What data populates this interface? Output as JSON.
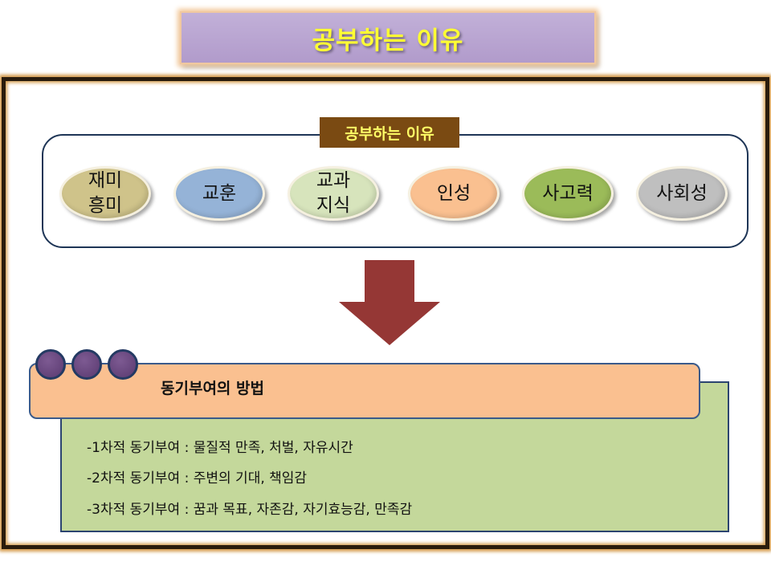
{
  "title": "공부하는 이유",
  "reasons_label": "공부하는 이유",
  "reasons": [
    {
      "label": "재미\n흥미",
      "color": "#cfc38a"
    },
    {
      "label": "교훈",
      "color": "#95b3d7"
    },
    {
      "label": "교과\n지식",
      "color": "#d7e4bc"
    },
    {
      "label": "인성",
      "color": "#fac090"
    },
    {
      "label": "사고력",
      "color": "#9bbb59"
    },
    {
      "label": "사회성",
      "color": "#bfbfbf"
    }
  ],
  "methods_title": "동기부여의 방법",
  "methods": [
    "-1차적 동기부여 : 물질적 만족, 처벌, 자유시간",
    "-2차적 동기부여 : 주변의 기대, 책임감",
    "-3차적 동기부여 : 꿈과 목표, 자존감, 자기효능감, 만족감"
  ],
  "colors": {
    "title_bg": "#b7a2d0",
    "title_text": "#ffff33",
    "arrow": "#953735",
    "methods_bg": "#c4d89b",
    "methods_header_bg": "#fac090",
    "bullet_circle": "#654580"
  }
}
